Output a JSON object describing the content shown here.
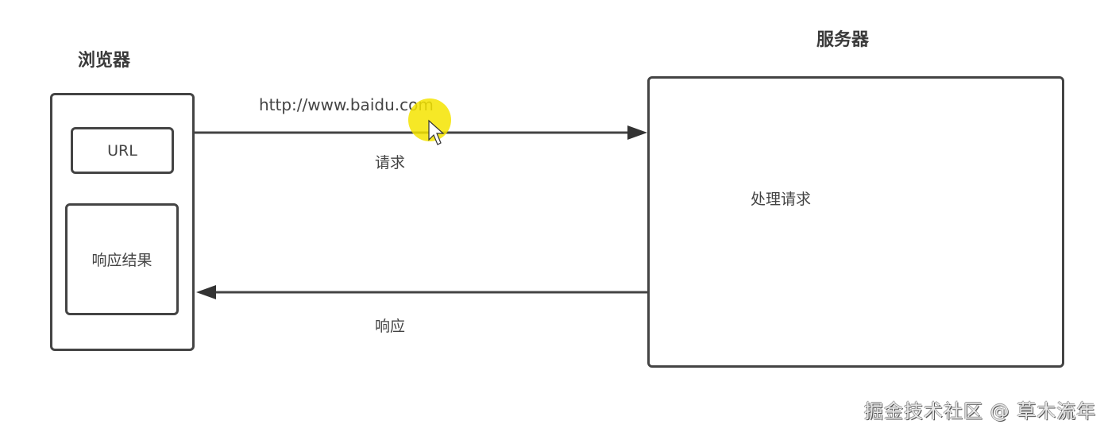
{
  "browser": {
    "title": "浏览器",
    "url_box_label": "URL",
    "result_box_label": "响应结果"
  },
  "server": {
    "title": "服务器",
    "box_label": "处理请求"
  },
  "request_arrow": {
    "url_text": "http://www.baidu.com",
    "label": "请求"
  },
  "response_arrow": {
    "label": "响应"
  },
  "cursor": {
    "highlight_color": "#f5e400"
  },
  "watermark": "掘金技术社区 @ 草木流年"
}
